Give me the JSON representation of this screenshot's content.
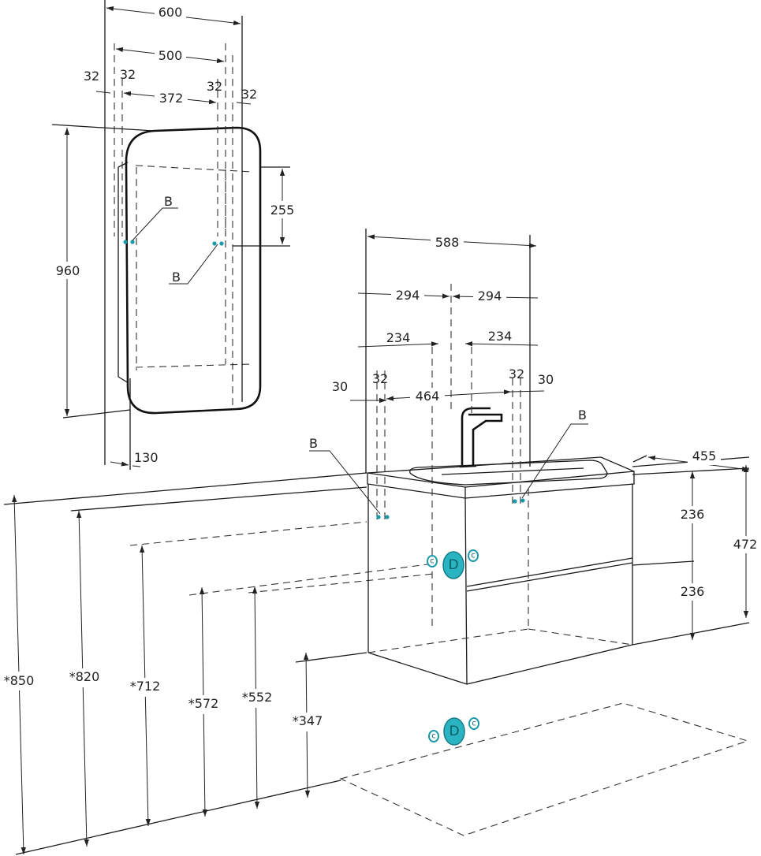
{
  "mirror": {
    "width_total": "600",
    "width_inner": "500",
    "width_between": "372",
    "offset_left_outer": "32",
    "offset_left_inner": "32",
    "offset_right_inner": "32",
    "offset_right_outer": "32",
    "height": "960",
    "mount_drop": "255",
    "depth": "130",
    "point_upper": "B",
    "point_lower": "B"
  },
  "vanity": {
    "width": "588",
    "half_left": "294",
    "half_right": "294",
    "span_left": "234",
    "span_right": "234",
    "mount_spacing": "464",
    "edge_left": "30",
    "hole_left": "32",
    "hole_right": "32",
    "edge_right": "30",
    "depth": "455",
    "height": "472",
    "drawer_top": "236",
    "drawer_bottom": "236",
    "point_left": "B",
    "point_right": "B"
  },
  "heights": {
    "h850": "*850",
    "h820": "*820",
    "h712": "*712",
    "h572": "*572",
    "h552": "*552",
    "h347": "*347"
  },
  "connections": {
    "drain": "D",
    "cold": "c",
    "hot": "c"
  },
  "colors": {
    "accent": "#2ab4c2",
    "line": "#1a1a1a"
  }
}
